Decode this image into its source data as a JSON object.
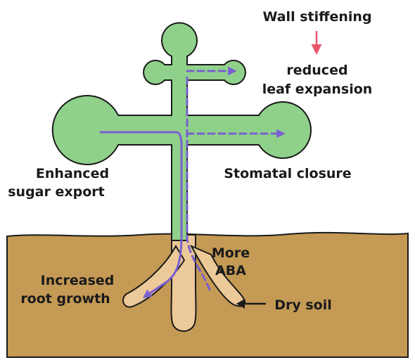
{
  "labels": {
    "wall_stiffening": "Wall stiffening",
    "reduced_line1": "reduced",
    "reduced_line2": "leaf expansion",
    "enhanced_line1": "Enhanced",
    "enhanced_line2": "sugar export",
    "stomatal_closure": "Stomatal closure",
    "more_line1": "More",
    "more_line2": "ABA",
    "increased_line1": "Increased",
    "increased_line2": "root growth",
    "dry_soil": "Dry soil"
  },
  "colors": {
    "plant_fill": "#8fd18a",
    "root_fill": "#ecc998",
    "soil_fill": "#c49a55",
    "outline": "#1a1a1a",
    "flow_arrow": "#7a5fd0",
    "stiffening_arrow": "#e8566b"
  }
}
